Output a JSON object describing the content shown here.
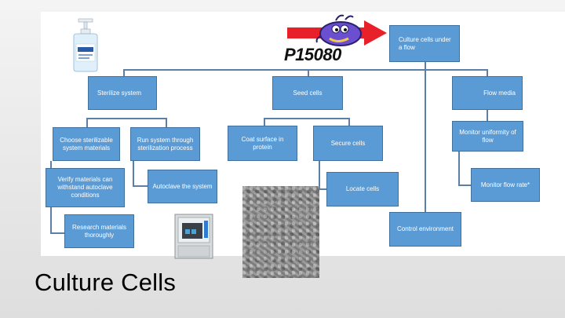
{
  "slide": {
    "title": "Culture Cells",
    "logo_text": "P15080"
  },
  "diagram": {
    "root": "Culture cells under a flow",
    "branches": [
      {
        "label": "Sterilize system",
        "children": [
          "Choose sterilizable system materials",
          "Verify materials can withstand autoclave conditions",
          "Research materials thoroughly",
          "Run system through sterilization process",
          "Autoclave the system"
        ]
      },
      {
        "label": "Seed cells",
        "children": [
          "Coat surface in protein",
          "Secure cells",
          "Locate cells"
        ]
      },
      {
        "label": "Flow media",
        "children": [
          "Monitor uniformity of flow",
          "Monitor flow rate*"
        ]
      }
    ],
    "extra": "Control environment"
  },
  "images": {
    "sanitizer_icon": "hand-sanitizer-photo",
    "autoclave_icon": "autoclave-photo",
    "micrograph_icon": "cell-micrograph-photo",
    "mascot_icon": "bacteria-mascot-logo"
  },
  "colors": {
    "box_fill": "#5b9bd5",
    "box_border": "#41719c",
    "box_text": "#ffffff",
    "connector": "#5b7fa8",
    "arrow_red": "#e8202a",
    "mascot_purple": "#6a4fd0"
  }
}
